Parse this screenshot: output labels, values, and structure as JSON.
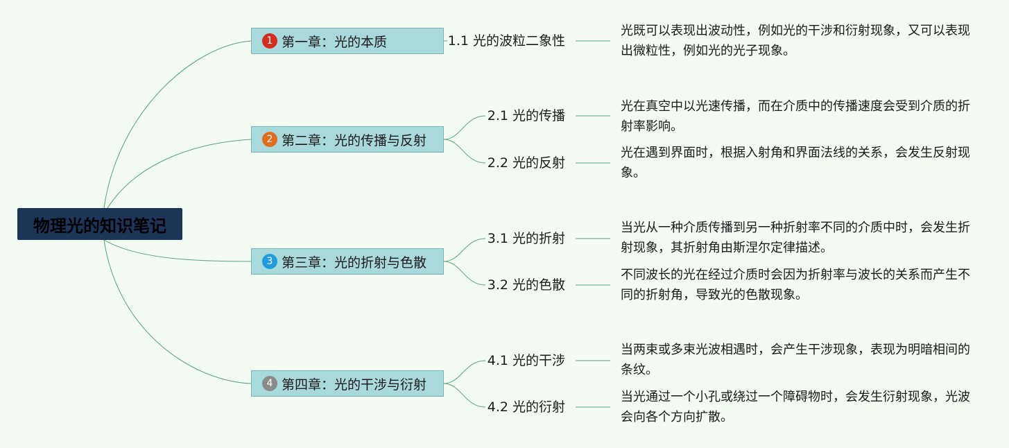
{
  "root": {
    "title": "物理光的知识笔记"
  },
  "chapters": [
    {
      "number": "1",
      "badge_color": "#d62b1f",
      "label": "第一章：光的本质"
    },
    {
      "number": "2",
      "badge_color": "#e36b1c",
      "label": "第二章：光的传播与反射"
    },
    {
      "number": "3",
      "badge_color": "#1f9be0",
      "label": "第三章：光的折射与色散"
    },
    {
      "number": "4",
      "badge_color": "#8a8a8a",
      "label": "第四章：光的干涉与衍射"
    }
  ],
  "sections": [
    {
      "label": "1.1 光的波粒二象性",
      "note": "光既可以表现出波动性，例如光的干涉和衍射现象，又可以表现出微粒性，例如光的光子现象。"
    },
    {
      "label": "2.1 光的传播",
      "note": "光在真空中以光速传播，而在介质中的传播速度会受到介质的折射率影响。"
    },
    {
      "label": "2.2 光的反射",
      "note": "光在遇到界面时，根据入射角和界面法线的关系，会发生反射现象。"
    },
    {
      "label": "3.1 光的折射",
      "note": "当光从一种介质传播到另一种折射率不同的介质中时，会发生折射现象，其折射角由斯涅尔定律描述。"
    },
    {
      "label": "3.2 光的色散",
      "note": "不同波长的光在经过介质时会因为折射率与波长的关系而产生不同的折射角，导致光的色散现象。"
    },
    {
      "label": "4.1 光的干涉",
      "note": "当两束或多束光波相遇时，会产生干涉现象，表现为明暗相间的条纹。"
    },
    {
      "label": "4.2 光的衍射",
      "note": "当光通过一个小孔或绕过一个障碍物时，会发生衍射现象，光波会向各个方向扩散。"
    }
  ],
  "colors": {
    "background": "#f3fbf3",
    "connector": "#5aa07a",
    "root_fill": "#1d3557",
    "chapter_fill": "#a8dadc"
  }
}
